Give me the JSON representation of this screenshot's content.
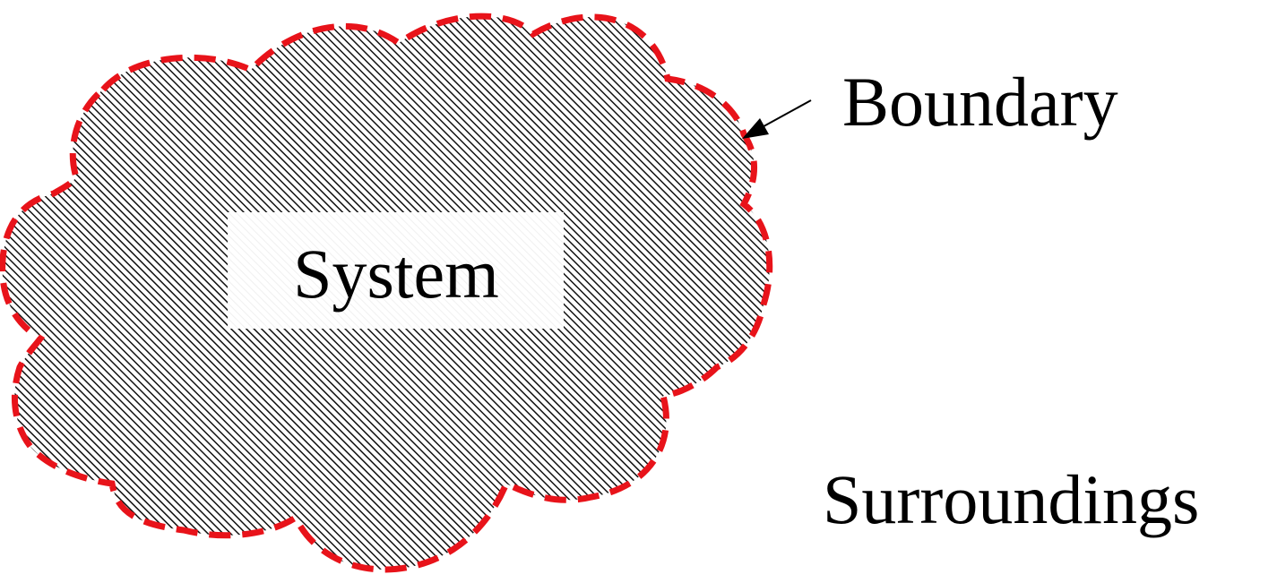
{
  "labels": {
    "system": "System",
    "boundary": "Boundary",
    "surroundings": "Surroundings"
  },
  "colors": {
    "boundary_stroke": "#e8131a",
    "hatch_line": "#111111",
    "background": "#ffffff",
    "text": "#000000"
  }
}
